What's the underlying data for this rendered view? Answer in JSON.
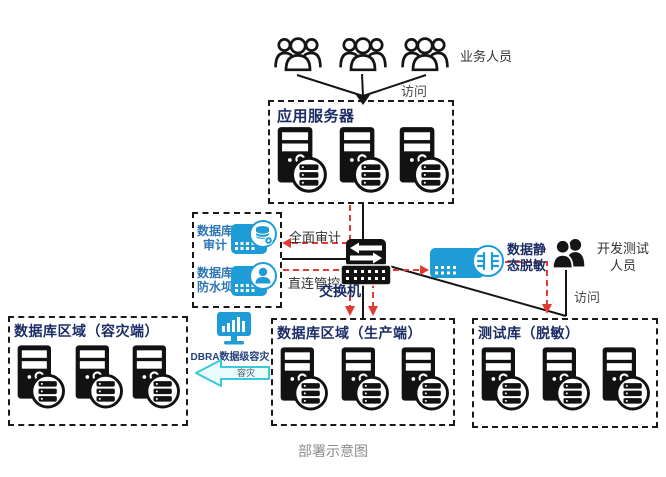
{
  "diagram": {
    "caption": "部署示意图",
    "business_users": {
      "label": "业务人员",
      "access": "访问"
    },
    "app_box": {
      "title": "应用服务器"
    },
    "security_box": {
      "audit": "数据库审计",
      "waterdam": "数据库防水坝"
    },
    "flows": {
      "full_audit": "全面审计",
      "direct_control": "直连管控"
    },
    "switch": {
      "label": "交换机"
    },
    "masking": {
      "label": "数据静态脱敏"
    },
    "dev_users": {
      "label": "开发测试人员",
      "access": "访问"
    },
    "dr_tool": {
      "label": "DBRA数据级容灾",
      "arrow_label": "容灾"
    },
    "boxes": {
      "dr": {
        "title": "数据库区域（容灾端）"
      },
      "prod": {
        "title": "数据库区域（生产端）"
      },
      "test": {
        "title": "测试库（脱敏）"
      }
    },
    "colors": {
      "icon_blue": "#1E9CD7",
      "title_navy": "#1C2D66",
      "flow_red": "#DF3A33",
      "cyan_arrow": "#3BC8D8"
    }
  }
}
